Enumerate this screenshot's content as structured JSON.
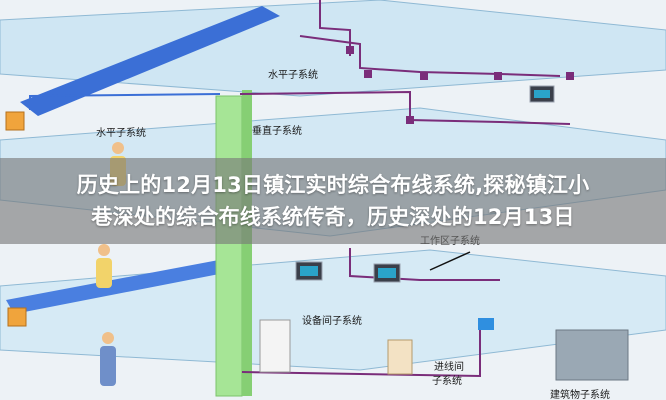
{
  "labels": {
    "horizontal_top": "水平子系统",
    "horizontal_left": "水平子系统",
    "vertical": "垂直子系统",
    "work_area": "工作区子系统",
    "equipment_room": "设备间子系统",
    "entrance_line1": "进线间",
    "entrance_line2": "子系统",
    "building": "建筑物子系统"
  },
  "banner": {
    "line1": "历史上的12月13日镇江实时综合布线系统,探秘镇江小",
    "line2": "巷深处的综合布线系统传奇，历史深处的12月13日"
  },
  "colors": {
    "floor": "#c9e4f2",
    "floor_edge": "#8fb9d4",
    "blue_duct": "#3b6fd6",
    "green_riser": "#9be08a",
    "cable": "#7a2d7a",
    "banner_bg": "#7a7a7a"
  }
}
